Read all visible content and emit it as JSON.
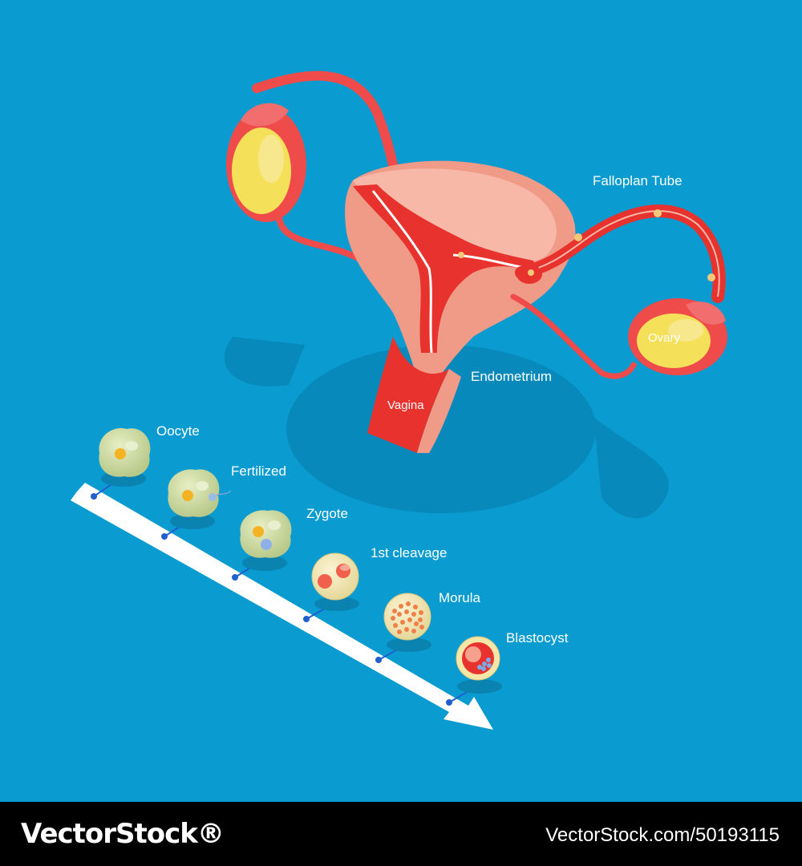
{
  "diagram": {
    "labels": {
      "falloplan_tube": "Falloplan Tube",
      "ovary": "Ovary",
      "endometrium": "Endometrium",
      "vagina": "Vagina"
    },
    "stages": [
      {
        "label": "Oocyte"
      },
      {
        "label": "Fertilized"
      },
      {
        "label": "Zygote"
      },
      {
        "label": "1st cleavage"
      },
      {
        "label": "Morula"
      },
      {
        "label": "Blastocyst"
      }
    ],
    "colors": {
      "background": "#0a9bd0",
      "tissue_red": "#ef3b3b",
      "tissue_pink": "#f4b2a3",
      "ovary_yellow": "#f5e05a",
      "cell_green": "#cfdca2"
    }
  },
  "footer": {
    "brand": "VectorStock®",
    "stock_id": "VectorStock.com/50193115"
  }
}
